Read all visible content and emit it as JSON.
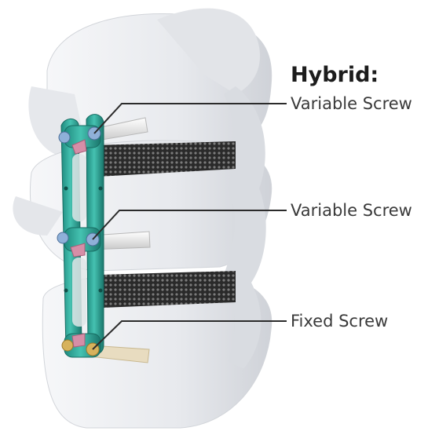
{
  "heading": "Hybrid:",
  "labels": [
    {
      "text": "Variable Screw"
    },
    {
      "text": "Variable Screw"
    },
    {
      "text": "Fixed Screw"
    }
  ],
  "colors": {
    "bone": "#eceef1",
    "bone_shadow": "#c9ccd2",
    "plate": "#2fa89a",
    "plate_dark": "#1f7f74",
    "screw_variable": "#8fb0d8",
    "screw_fixed": "#d7b25c",
    "lock_clip": "#d68ea7",
    "cage": "#3c3c3c",
    "leader_line": "#2b2b2b"
  }
}
